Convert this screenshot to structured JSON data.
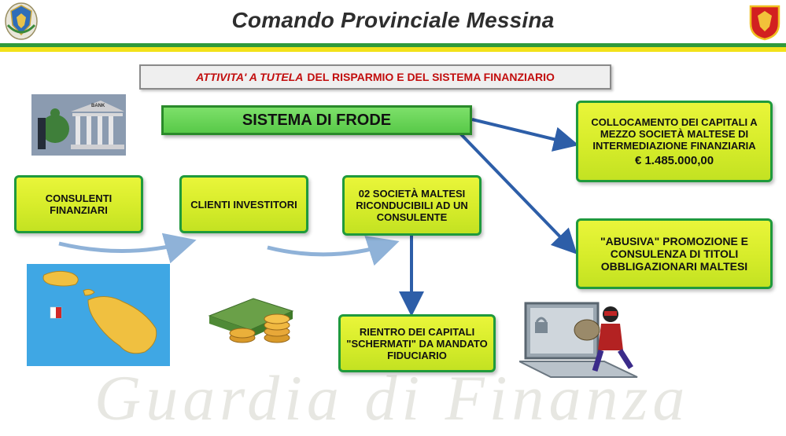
{
  "header": {
    "title": "Comando Provinciale Messina"
  },
  "banner": {
    "italic": "ATTIVITA' A TUTELA",
    "rest": "DEL RISPARMIO E DEL SISTEMA FINANZIARIO"
  },
  "diagram": {
    "frode": "SISTEMA DI FRODE",
    "consulenti": "CONSULENTI FINANZIARI",
    "clienti": "CLIENTI INVESTITORI",
    "societa": "02 SOCIETÀ MALTESI RICONDUCIBILI AD UN CONSULENTE",
    "rientro": "RIENTRO DEI CAPITALI \"SCHERMATI\" DA MANDATO FIDUCIARIO",
    "collocamento": "COLLOCAMENTO DEI CAPITALI A MEZZO SOCIETÀ MALTESE DI INTERMEDIAZIONE FINANZIARIA",
    "importo": "€ 1.485.000,00",
    "abusiva": "\"ABUSIVA\" PROMOZIONE E CONSULENZA DI TITOLI OBBLIGAZIONARI MALTESI"
  },
  "images": {
    "bank_label": "BANK"
  },
  "watermark": {
    "text": "Guardia di Finanza"
  },
  "colors": {
    "box_fill": "#dcee2e",
    "box_border": "#1f9a3c",
    "frode_fill": "#66d352",
    "arrow": "#2d5ea8",
    "banner_text": "#c20e0e"
  }
}
